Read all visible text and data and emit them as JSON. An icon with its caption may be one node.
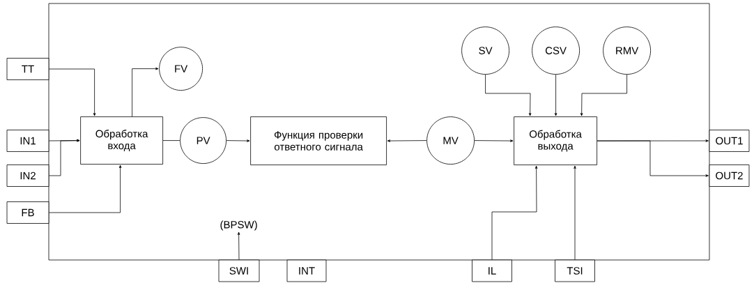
{
  "diagram": {
    "nodes": [
      {
        "text": [],
        "shape": "box"
      },
      {
        "text": [
          "TT"
        ]
      },
      {
        "text": [
          "IN1"
        ]
      },
      {
        "text": [
          "IN2"
        ]
      },
      {
        "text": [
          "FB"
        ]
      },
      {
        "text": [
          "Обработка входа"
        ],
        "in": 0
      },
      {
        "text": [
          "FV"
        ],
        "in": 0
      },
      {
        "text": [
          "PV"
        ],
        "in": 0
      },
      {
        "text": [
          "Функция проверки ответного сигнала"
        ],
        "in": 0
      },
      {
        "text": [
          "MV"
        ],
        "in": 0
      },
      {
        "text": [
          "SV"
        ],
        "in": 0
      },
      {
        "text": [
          "CSV"
        ],
        "in": 0
      },
      {
        "text": [
          "RMV"
        ],
        "in": 0
      },
      {
        "text": [
          "Обработка выхода"
        ],
        "in": 0
      },
      {
        "text": [
          "OUT1"
        ]
      },
      {
        "text": [
          "OUT2"
        ]
      },
      {
        "text": [
          "(BPSW)"
        ],
        "in": 0
      },
      {
        "text": [
          "SWI"
        ]
      },
      {
        "text": [
          "INT"
        ]
      },
      {
        "text": [
          "IL"
        ]
      },
      {
        "text": [
          "TSI"
        ]
      }
    ],
    "edges": [
      {
        "from": 1,
        "to": 5,
        "arrow": "to"
      },
      {
        "from": 2,
        "to": 5,
        "arrow": "to"
      },
      {
        "from": 3,
        "to": 5,
        "arrow": "to"
      },
      {
        "from": 4,
        "to": 5,
        "arrow": "to"
      },
      {
        "from": 5,
        "to": 6,
        "arrow": "to"
      },
      {
        "from": 5,
        "to": 7,
        "arrow": "none"
      },
      {
        "from": 7,
        "to": 8,
        "arrow": "to"
      },
      {
        "from": 9,
        "to": 8,
        "arrow": "to"
      },
      {
        "from": 9,
        "to": 13,
        "arrow": "to"
      },
      {
        "from": 10,
        "to": 13,
        "arrow": "to"
      },
      {
        "from": 11,
        "to": 13,
        "arrow": "to"
      },
      {
        "from": 12,
        "to": 13,
        "arrow": "to"
      },
      {
        "from": 13,
        "to": 14,
        "arrow": "to"
      },
      {
        "from": 13,
        "to": 15,
        "arrow": "to"
      },
      {
        "from": 17,
        "to": 16,
        "arrow": "to"
      },
      {
        "from": 19,
        "to": 13,
        "arrow": "to"
      },
      {
        "from": 20,
        "to": 13,
        "arrow": "to"
      }
    ]
  }
}
